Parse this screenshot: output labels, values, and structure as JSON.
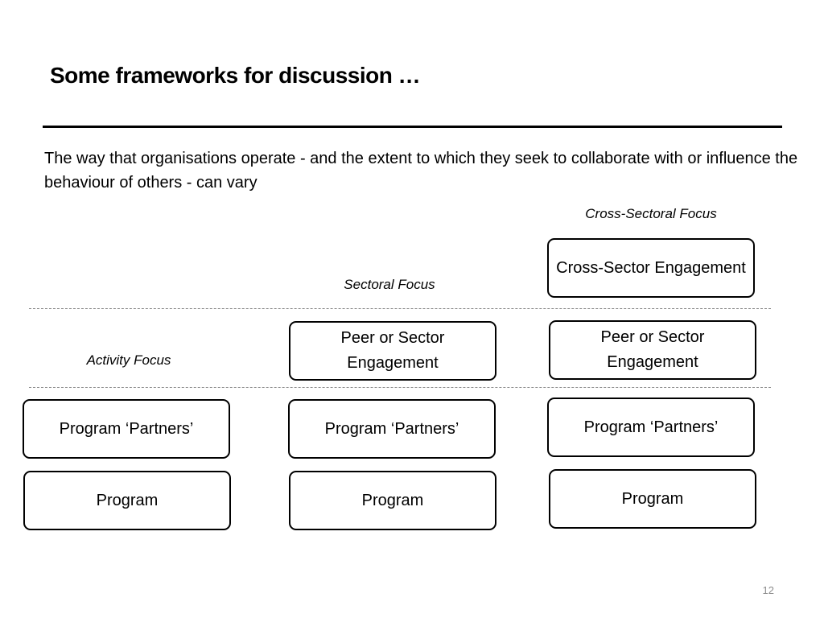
{
  "slide": {
    "title": "Some frameworks for discussion …",
    "intro": "The way that organisations operate - and the extent to which they seek to collaborate with or influence the behaviour of others - can vary",
    "page_number": "12"
  },
  "columns": [
    {
      "focus_label": "Activity Focus",
      "boxes": {
        "partners": "Program ‘Partners’",
        "program": "Program"
      }
    },
    {
      "focus_label": "Sectoral Focus",
      "boxes": {
        "peer": "Peer or Sector Engagement",
        "partners": "Program ‘Partners’",
        "program": "Program"
      }
    },
    {
      "focus_label": "Cross-Sectoral Focus",
      "boxes": {
        "cross": "Cross-Sector Engagement",
        "peer": "Peer or Sector Engagement",
        "partners": "Program ‘Partners’",
        "program": "Program"
      }
    }
  ]
}
